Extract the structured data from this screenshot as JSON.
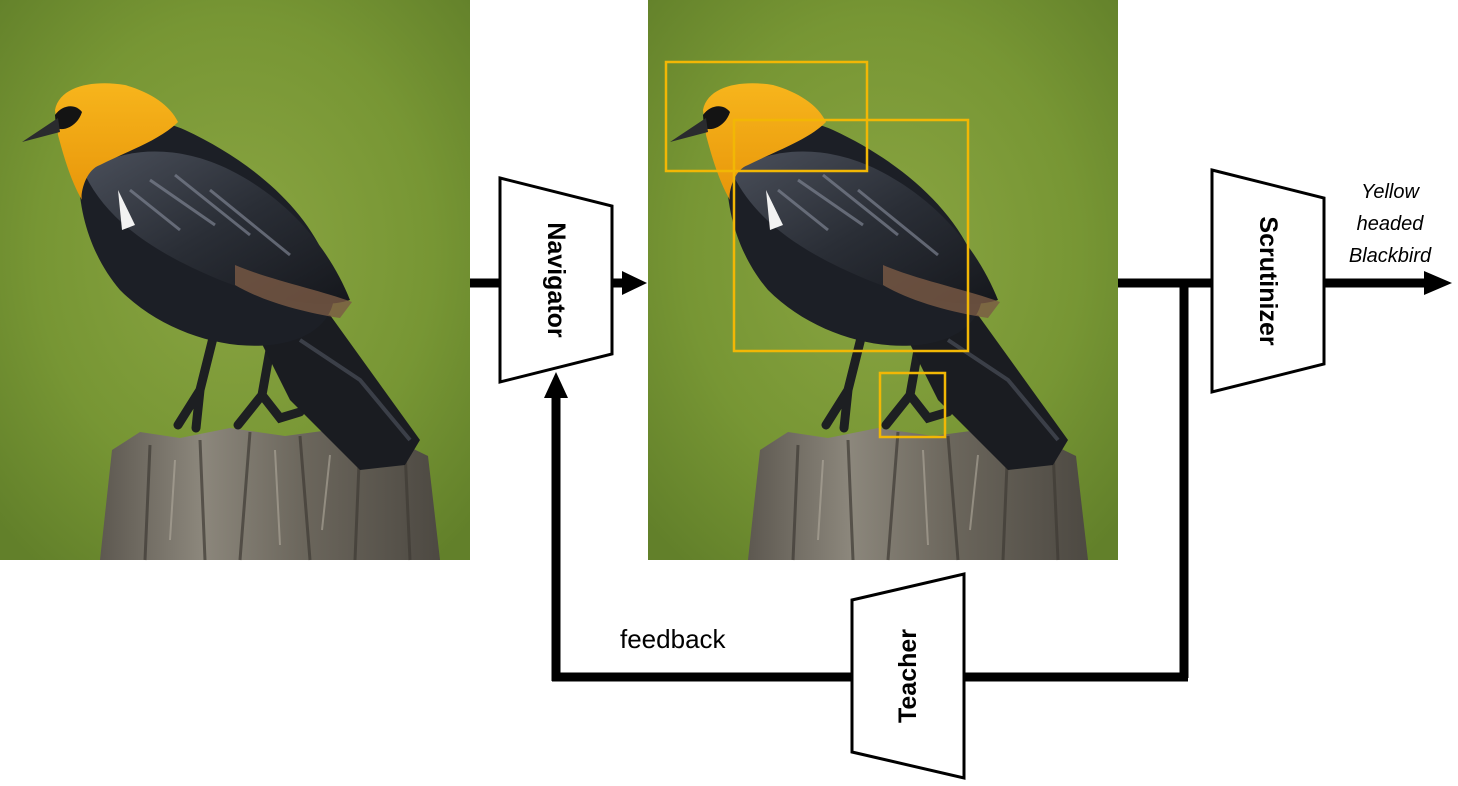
{
  "modules": {
    "navigator": "Navigator",
    "scrutinizer": "Scrutinizer",
    "teacher": "Teacher"
  },
  "output": {
    "line1": "Yellow",
    "line2": "headed",
    "line3": "Blackbird"
  },
  "feedback_label": "feedback",
  "colors": {
    "region_box": "#f2b705",
    "background": "#7b9a36",
    "bird_head": "#f4a90e",
    "bird_body": "#1c1f26",
    "post": "#6e6a62",
    "arrow": "#000000"
  }
}
